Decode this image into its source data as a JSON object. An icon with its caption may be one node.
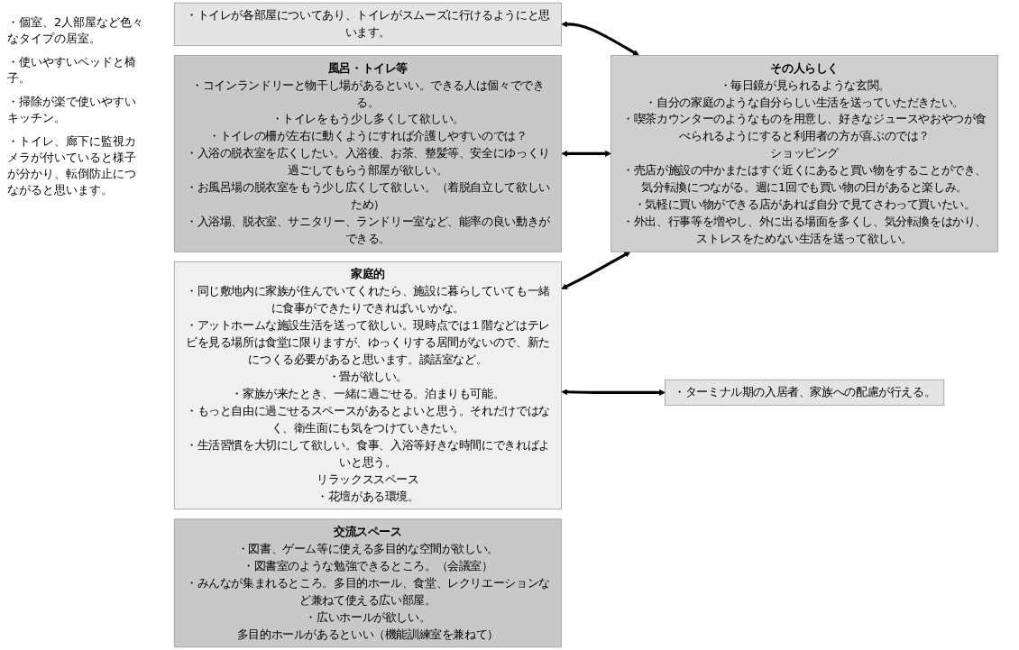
{
  "diagram": {
    "nodes": [
      {
        "text": [
          "風呂・トイレ等",
          "・コインランドリーと物干し場があるといい。できる人は個々でできる。",
          "・トイレをもう少し多くして欲しい。",
          "・トイレの柵が左右に動くようにすれば介護しやすいのでは？",
          "・入浴の脱衣室を広くしたい。入浴後、お茶、整髪等、安全にゆっくり過ごしてもらう部屋が欲しい。",
          "・お風呂場の脱衣室をもう少し広くして欲しい。（着脱自立して欲しいため）",
          "・入浴場、脱衣室、サニタリー、ランドリー室など、能率の良い動きができる。"
        ]
      },
      {
        "text": [
          "・トイレが各部屋についてあり、トイレがスムーズに行けるようにと思います。"
        ]
      },
      {
        "text": [
          "その人らしく",
          "・毎日鏡が見られるような玄関。",
          "・自分の家庭のような自分らしい生活を送っていただきたい。",
          "・喫茶カウンターのようなものを用意し、好きなジュースやおやつが食べられるようにすると利用者の方が喜ぶのでは？",
          "ショッピング",
          "・売店が施設の中かまたはすぐ近くにあると買い物をすることができ、気分転換につながる。週に1回でも買い物の日があると楽しみ。",
          "・気軽に買い物ができる店があれば自分で見てさわって買いたい。",
          "・外出、行事等を増やし、外に出る場面を多くし、気分転換をはかり、ストレスをためない生活を送って欲しい。"
        ]
      },
      {
        "text": [
          "・ターミナル期の入居者、家族への配慮が行える。"
        ]
      },
      {
        "text": [
          "家庭的",
          "・同じ敷地内に家族が住んでいてくれたら、施設に暮らしていても一緒に食事ができたりできればいいかな。",
          "・アットホームな施設生活を送って欲しい。現時点では１階などはテレビを見る場所は食堂に限りますが、ゆっくりする居間がないので、新たにつくる必要があると思います。談話室など。",
          "・畳が欲しい。",
          "・家族が来たとき、一緒に過ごせる。泊まりも可能。",
          "・もっと自由に過ごせるスペースがあるとよいと思う。それだけではなく、衛生面にも気をつけていきたい。",
          "・生活習慣を大切にして欲しい。食事、入浴等好きな時間にできればよいと思う。",
          "リラックススペース",
          "・花壇がある環境。"
        ]
      },
      {
        "text": [
          "交流スペース",
          "・図書、ゲーム等に使える多目的な空間が欲しい。",
          "・図書室のような勉強できるところ。（会議室）",
          "・みんなが集まれるところ。多目的ホール、食堂、レクリエーションなど兼ねて使える広い部屋。",
          "・広いホールが欲しい。",
          "多目的ホールがあるといい（機能訓練室を兼ねて）"
        ]
      }
    ],
    "edges": [
      {
        "from": 1,
        "to": 2,
        "arrow": "both"
      },
      {
        "from": 0,
        "to": 2,
        "arrow": "both"
      },
      {
        "from": 4,
        "to": 3,
        "arrow": "both"
      },
      {
        "from": 4,
        "to": 2,
        "arrow": "both"
      }
    ],
    "labels": [
      "・個室、2人部屋など色々なタイプの居室。",
      "・使いやすいベッドと椅子。",
      "・掃除が楽で使いやすいキッチン。",
      "・トイレ、廊下に監視カメラが付いていると様子が分かり、転倒防止につながると思います。"
    ]
  }
}
